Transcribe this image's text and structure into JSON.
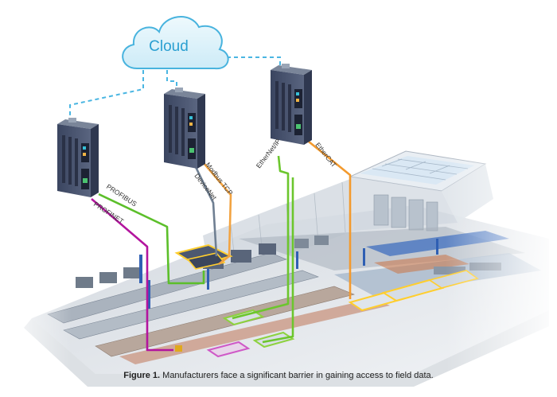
{
  "cloud": {
    "label": "Cloud"
  },
  "protocols": {
    "profibus": "PROFIBUS",
    "profinet": "PROFINET",
    "modbus": "Modbus TCP",
    "devicenet": "DeviceNet",
    "ethernetip": "EtherNet/IP",
    "ethercat": "EtherCAT"
  },
  "caption": {
    "label": "Figure 1.",
    "text": " Manufacturers face a significant barrier in gaining access to field data."
  },
  "colors": {
    "cloud_fill": "#dff3fb",
    "cloud_stroke": "#48b3de",
    "cloud_text": "#2a9fd1",
    "dashed_link": "#4ab6e2",
    "profibus": "#5cbf2a",
    "profinet": "#b3159e",
    "modbus": "#f2a341",
    "devicenet": "#6f7f92",
    "ethernetip": "#6cc62d",
    "ethercat": "#f39a2e",
    "device_body": "#45506a",
    "factory": "#c9d0d9"
  },
  "icons": {
    "cloud": "cloud-icon",
    "controller": "industrial-controller-icon",
    "factory": "factory-floor-illustration"
  }
}
